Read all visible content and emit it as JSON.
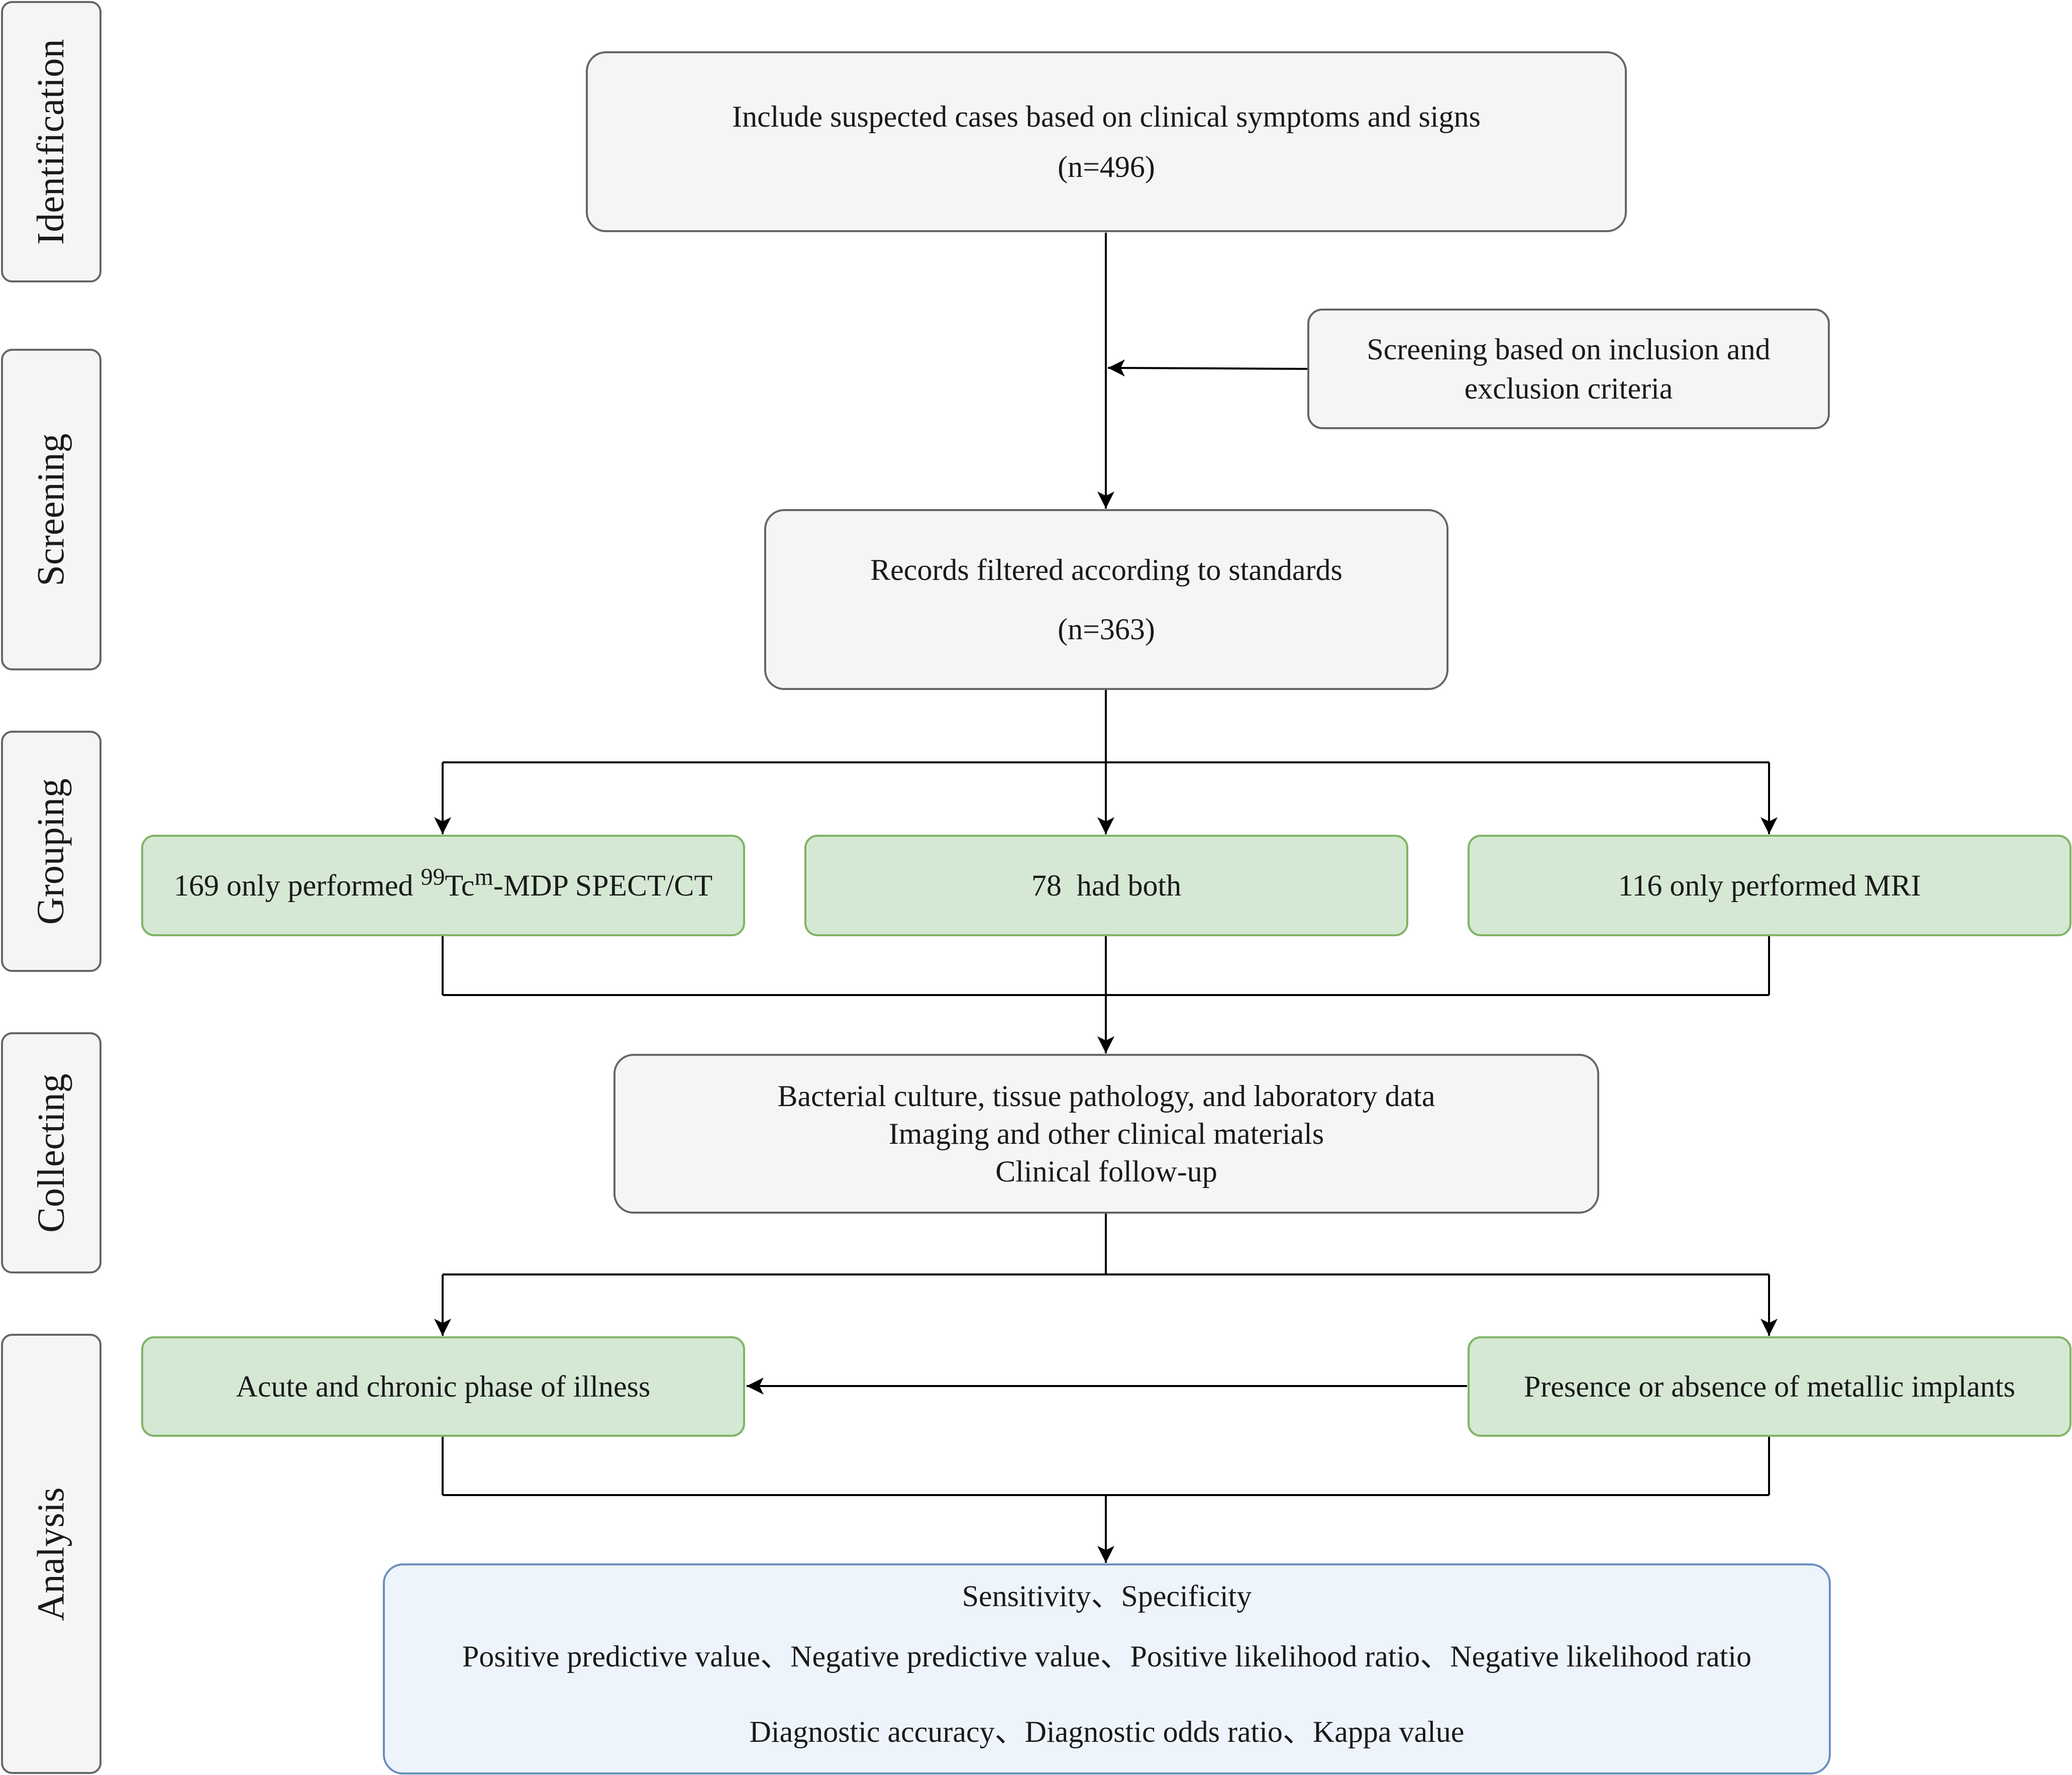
{
  "stages": [
    {
      "id": "identification",
      "label": "Identification"
    },
    {
      "id": "screening",
      "label": "Screening"
    },
    {
      "id": "grouping",
      "label": "Grouping"
    },
    {
      "id": "collecting",
      "label": "Collecting"
    },
    {
      "id": "analysis",
      "label": "Analysis"
    }
  ],
  "nodes": {
    "include": {
      "text": "Include suspected cases based on clinical symptoms and signs",
      "count": "(n=496)"
    },
    "screening_criteria": {
      "line1": "Screening based on inclusion and",
      "line2": "exclusion criteria"
    },
    "filtered": {
      "text": "Records filtered according to standards",
      "count": "(n=363)"
    },
    "spect_only": {
      "prefix": "169 only performed ",
      "sup1": "99",
      "mid": "Tc",
      "sup2": "m",
      "suffix": "-MDP SPECT/CT"
    },
    "both": {
      "text": "78  had both"
    },
    "mri_only": {
      "text": "116 only performed MRI"
    },
    "collect": {
      "line1": "Bacterial culture, tissue pathology, and laboratory data",
      "line2": "Imaging and other clinical materials",
      "line3": "Clinical follow-up"
    },
    "acute": {
      "text": "Acute and chronic phase of illness"
    },
    "implants": {
      "text": "Presence or absence of metallic implants"
    },
    "metrics": {
      "line1": "Sensitivity、Specificity",
      "line2": "Positive predictive value、Negative predictive value、Positive likelihood ratio、Negative likelihood ratio",
      "line3": "Diagnostic accuracy、Diagnostic odds ratio、Kappa value"
    }
  }
}
